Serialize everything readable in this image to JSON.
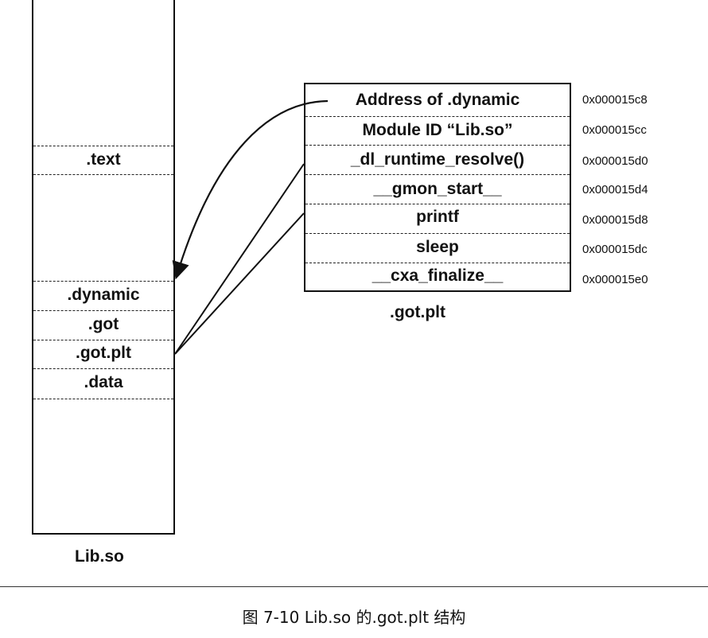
{
  "lib_so": {
    "caption": "Lib.so",
    "sections": [
      {
        "label": ".text"
      },
      {
        "label": ".dynamic"
      },
      {
        "label": ".got"
      },
      {
        "label": ".got.plt"
      },
      {
        "label": ".data"
      }
    ]
  },
  "got_plt": {
    "caption": ".got.plt",
    "entries": [
      {
        "label": "Address of .dynamic",
        "address": "0x000015c8"
      },
      {
        "label": "Module ID “Lib.so”",
        "address": "0x000015cc"
      },
      {
        "label": "_dl_runtime_resolve()",
        "address": "0x000015d0"
      },
      {
        "label": "__gmon_start__",
        "address": "0x000015d4"
      },
      {
        "label": "printf",
        "address": "0x000015d8"
      },
      {
        "label": "sleep",
        "address": "0x000015dc"
      },
      {
        "label": "__cxa_finalize__",
        "address": "0x000015e0"
      }
    ]
  },
  "figure_caption": "图 7-10   Lib.so 的.got.plt 结构"
}
